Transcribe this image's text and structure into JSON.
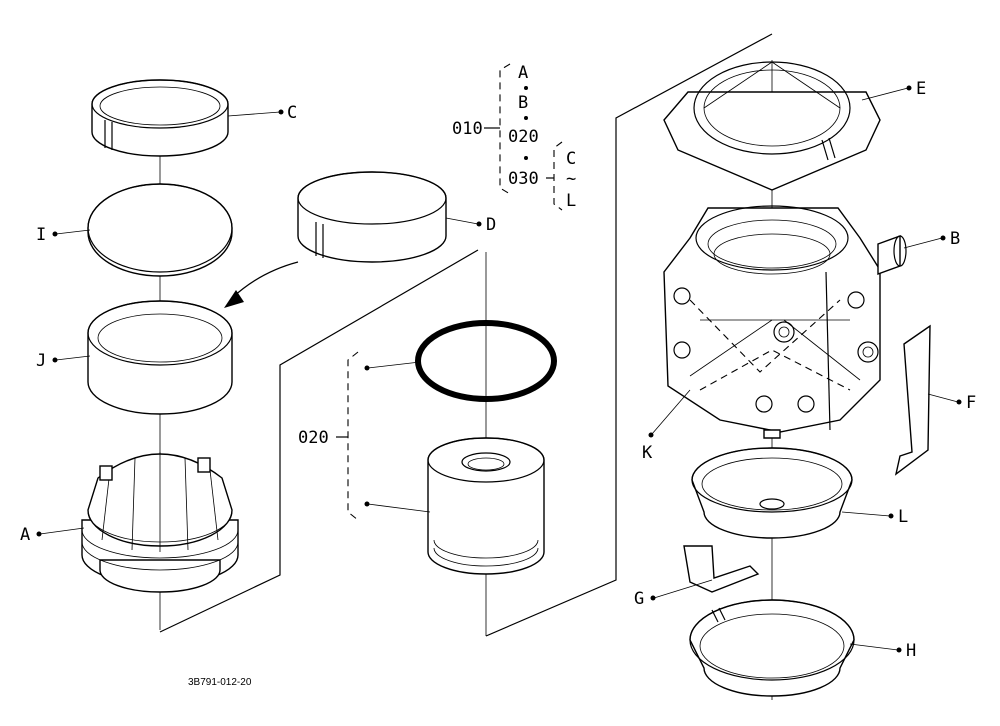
{
  "labels": {
    "a": "A",
    "b": "B",
    "c": "C",
    "d": "D",
    "e": "E",
    "f": "F",
    "g": "G",
    "h": "H",
    "i": "I",
    "j": "J",
    "k": "K",
    "l": "L"
  },
  "legend": {
    "group010": "010",
    "item_a": "A",
    "item_b": "B",
    "item_020": "020",
    "item_030": "030",
    "sub_c": "C",
    "sub_tilde": "~",
    "sub_l": "L"
  },
  "center_group": "020",
  "drawing_code": "3B791-012-20"
}
